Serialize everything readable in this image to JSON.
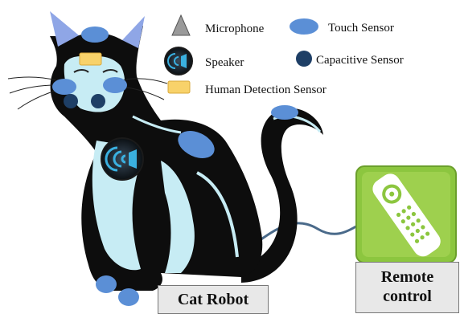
{
  "legend": {
    "microphone": "Microphone",
    "touch_sensor": "Touch Sensor",
    "speaker": "Speaker",
    "capacitive_sensor": "Capacitive Sensor",
    "human_detection_sensor": "Human Detection Sensor"
  },
  "captions": {
    "cat_robot": "Cat Robot",
    "remote_line1": "Remote",
    "remote_line2": "control"
  },
  "colors": {
    "touch_sensor": "#5b8fd6",
    "capacitive_sensor": "#1e3f66",
    "human_detection_sensor": "#f8d26a",
    "microphone": "#9a9a9a",
    "cat_body": "#0d0d0d",
    "cat_fur": "#c7ecf4",
    "remote_green": "#8cc63f",
    "cable": "#4a6a8a"
  },
  "icons": [
    "microphone-icon",
    "touch-sensor-icon",
    "speaker-icon",
    "capacitive-sensor-icon",
    "human-detection-sensor-icon",
    "remote-control-icon"
  ]
}
